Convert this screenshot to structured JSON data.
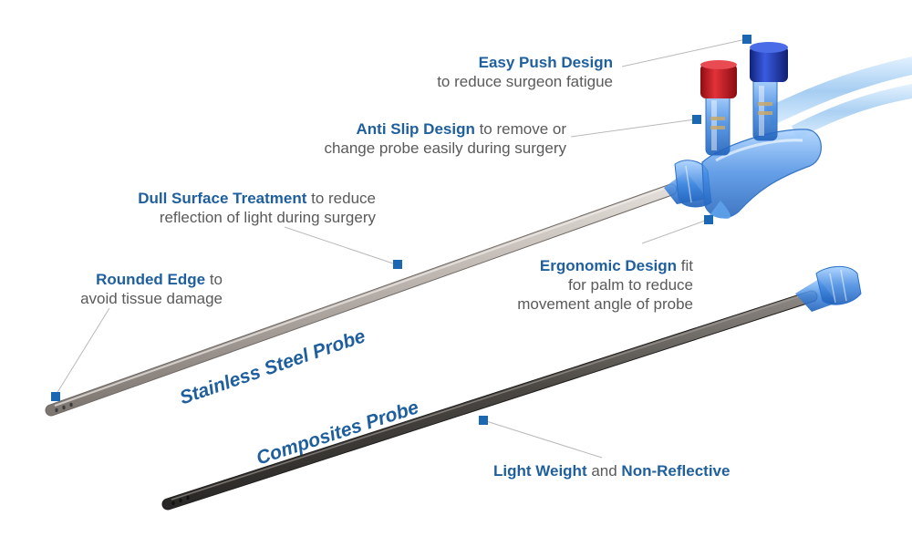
{
  "colors": {
    "accent": "#1f5f9e",
    "marker": "#1c67b1",
    "text": "#5a5a5a",
    "steel": "#b4aca6",
    "composite": "#4a4743",
    "connector_blue": "#3f87e0",
    "cap_red": "#c4151c",
    "cap_blue": "#1f3fb3"
  },
  "callouts": {
    "easy_push": {
      "highlight": "Easy Push Design",
      "rest": "to reduce surgeon fatigue"
    },
    "anti_slip": {
      "highlight": "Anti Slip Design",
      "rest_1": " to remove or",
      "rest_2": "change probe easily during surgery"
    },
    "dull_surface": {
      "highlight": "Dull Surface Treatment",
      "rest_1": " to reduce",
      "rest_2": "reflection of light during surgery"
    },
    "rounded_edge": {
      "highlight": "Rounded Edge",
      "rest_1": " to",
      "rest_2": "avoid tissue damage"
    },
    "ergonomic": {
      "highlight": "Ergonomic Design",
      "rest_1": " fit",
      "rest_2": "for palm to reduce",
      "rest_3": "movement angle of probe"
    },
    "light_weight": {
      "highlight_1": "Light Weight",
      "middle": " and ",
      "highlight_2": "Non-Reflective"
    }
  },
  "probes": {
    "stainless": {
      "label": "Stainless Steel Probe"
    },
    "composite": {
      "label": "Composites Probe"
    }
  }
}
